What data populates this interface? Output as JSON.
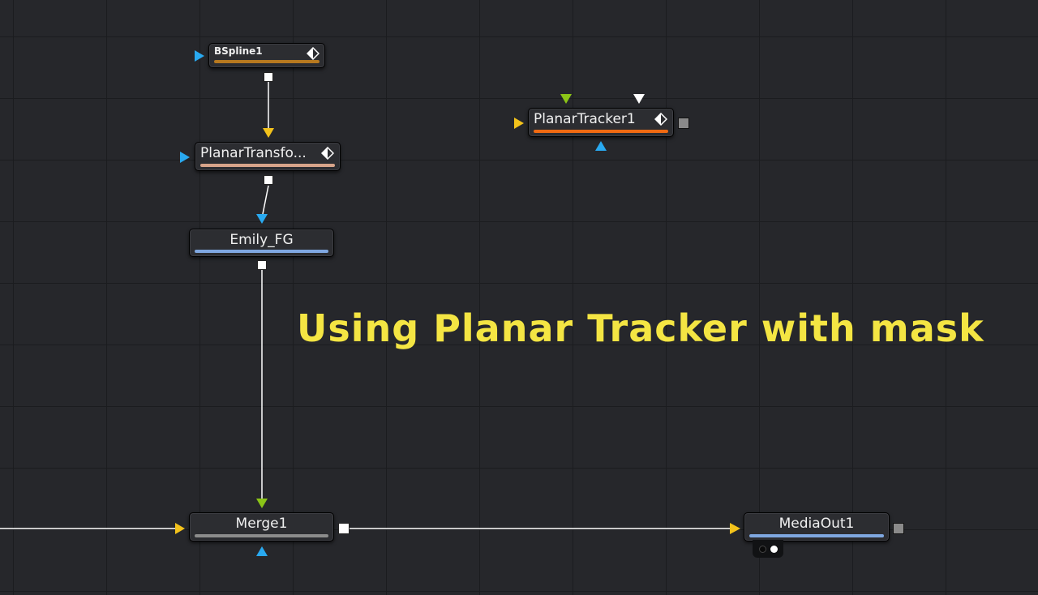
{
  "headline": "Using Planar Tracker with mask",
  "nodes": {
    "bspline": {
      "title": "BSpline1",
      "bar_color": "#b7791f"
    },
    "planar_transform": {
      "title": "PlanarTransfo...",
      "bar_color": "#d7a48a"
    },
    "planar_tracker": {
      "title": "PlanarTracker1",
      "bar_color": "#f06a12"
    },
    "emily_fg": {
      "title": "Emily_FG",
      "bar_color": "#7fa7e0"
    },
    "merge": {
      "title": "Merge1",
      "bar_color": "#8c8c8c"
    },
    "media_out": {
      "title": "MediaOut1",
      "bar_color": "#7fa7e0"
    }
  },
  "colors": {
    "background": "#26272b",
    "grid_line": "#1b1c1f",
    "wire": "#ffffff",
    "input_yellow": "#f3c21b",
    "input_blue": "#29a9f0",
    "input_green": "#8bc417",
    "input_white": "#ffffff",
    "headline": "#f4e543"
  },
  "icons": {
    "keyframe": "diamond-keyframe-icon",
    "output": "square-output-icon",
    "input": "triangle-input-icon"
  }
}
